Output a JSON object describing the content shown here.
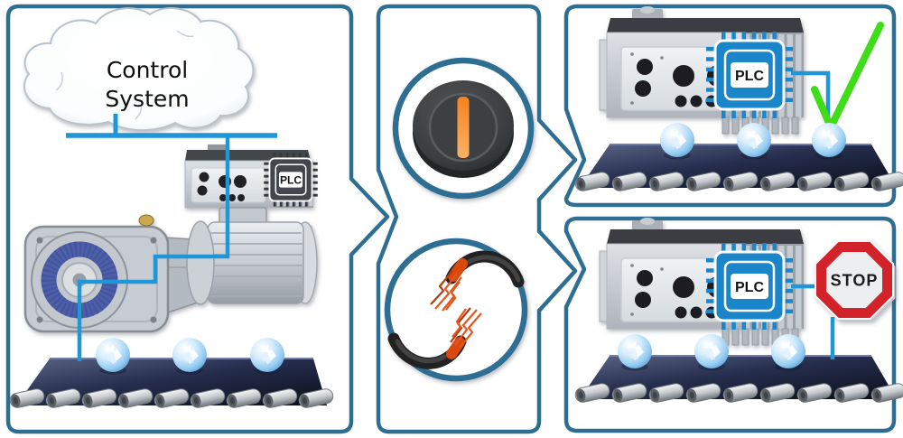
{
  "colors": {
    "panel_border": "#2e6e93",
    "signal_line_blue": "#1f96d8",
    "plc_chip_blue": "#1a85c8",
    "check_green": "#3fdd18",
    "stop_red": "#d2232a",
    "switch_orange": "#f58220",
    "wire_copper_orange": "#e8541d"
  },
  "left_panel": {
    "cloud_label_line1": "Control",
    "cloud_label_line2": "System",
    "plc_label": "PLC",
    "conveyor_item_count": 3,
    "icons": [
      "cloud-icon",
      "network-bus-line",
      "inverter-drive-icon",
      "plc-chip-icon",
      "gear-motor-icon",
      "conveyor-belt-icon",
      "sphere-item-icon"
    ]
  },
  "middle_panel": {
    "icons": [
      "power-switch-on-icon",
      "broken-cable-icon"
    ]
  },
  "top_right_panel": {
    "plc_label": "PLC",
    "status": "running-ok",
    "conveyor_item_count": 3,
    "icons": [
      "inverter-drive-icon",
      "plc-chip-icon",
      "green-check-icon",
      "conveyor-belt-icon",
      "sphere-item-icon"
    ]
  },
  "bottom_right_panel": {
    "plc_label": "PLC",
    "stop_label": "STOP",
    "status": "stopped",
    "conveyor_item_count": 3,
    "icons": [
      "inverter-drive-icon",
      "plc-chip-icon",
      "stop-sign-icon",
      "conveyor-belt-icon",
      "sphere-item-icon"
    ]
  }
}
